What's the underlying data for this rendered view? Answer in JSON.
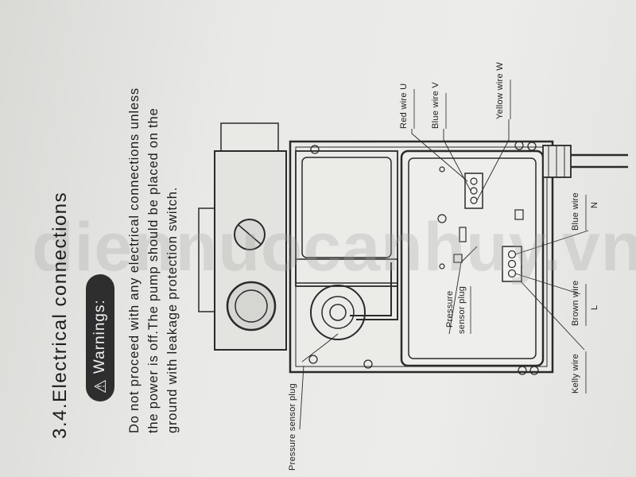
{
  "section": {
    "heading": "3.4.Electrical connections"
  },
  "warning": {
    "badge": "Warnings:",
    "lines": [
      "Do not proceed with any electrical connections unless",
      "the power is off.The pump should be placed on the",
      "ground with leakage protection switch."
    ]
  },
  "labels": {
    "red_wire": "Red wire U",
    "blue_wire_v": "Blue wire V",
    "yellow_wire": "Yellow wire W",
    "blue_wire_n": "Blue wire",
    "n": "N",
    "brown_wire": "Brown wire",
    "l": "L",
    "kelly_wire": "Kelly wire",
    "pressure_plug_inner_1": "Pressure",
    "pressure_plug_inner_2": "sensor plug",
    "pressure_plug_outer": "Pressure sensor plug"
  },
  "watermark": "diennuocanhuy.vn"
}
